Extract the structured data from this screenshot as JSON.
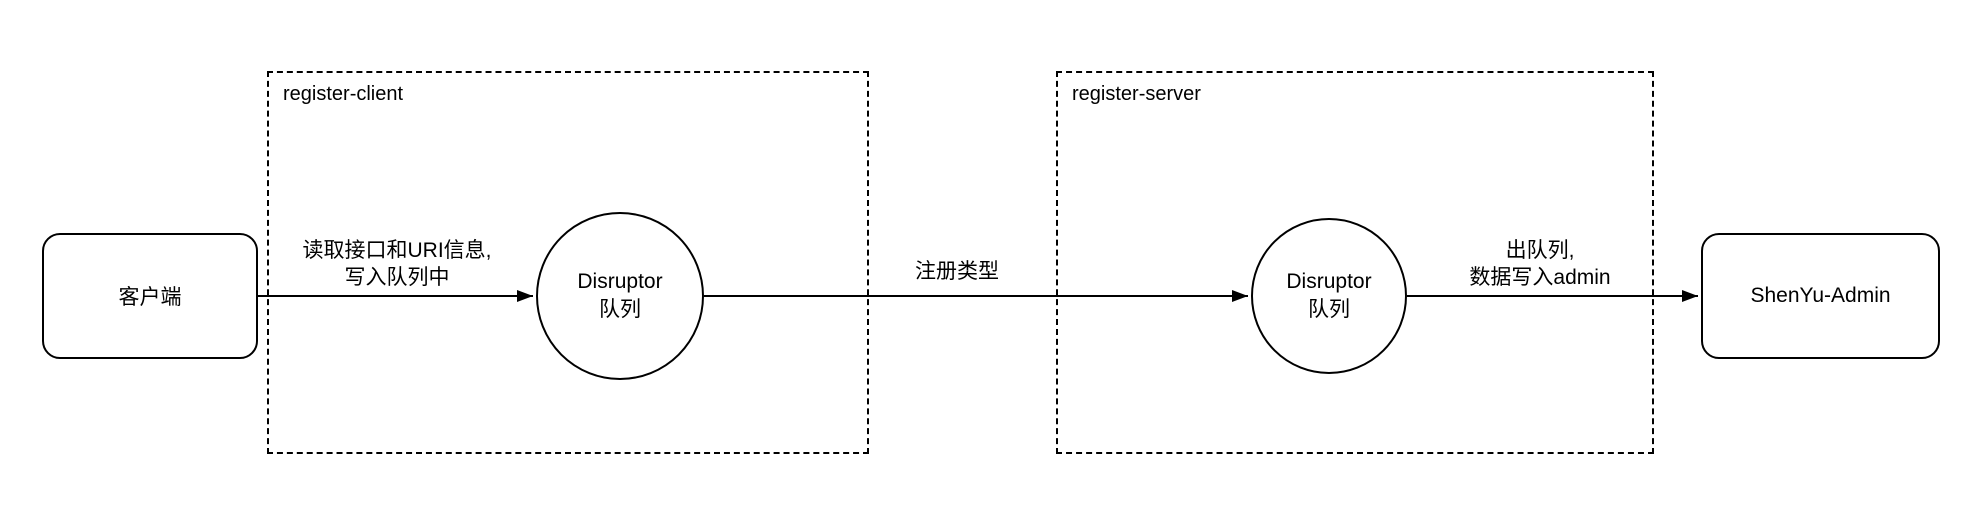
{
  "diagram": {
    "nodes": {
      "client": {
        "label": "客户端"
      },
      "disruptor1": {
        "line1": "Disruptor",
        "line2": "队列"
      },
      "disruptor2": {
        "line1": "Disruptor",
        "line2": "队列"
      },
      "admin": {
        "label": "ShenYu-Admin"
      }
    },
    "groups": {
      "register_client": {
        "label": "register-client"
      },
      "register_server": {
        "label": "register-server"
      }
    },
    "edges": {
      "client_to_queue": {
        "line1": "读取接口和URI信息,",
        "line2": "写入队列中"
      },
      "queue_to_queue": {
        "label": "注册类型"
      },
      "queue_to_admin": {
        "line1": "出队列,",
        "line2": "数据写入admin"
      }
    },
    "colors": {
      "stroke": "#000000",
      "background": "#ffffff"
    }
  }
}
